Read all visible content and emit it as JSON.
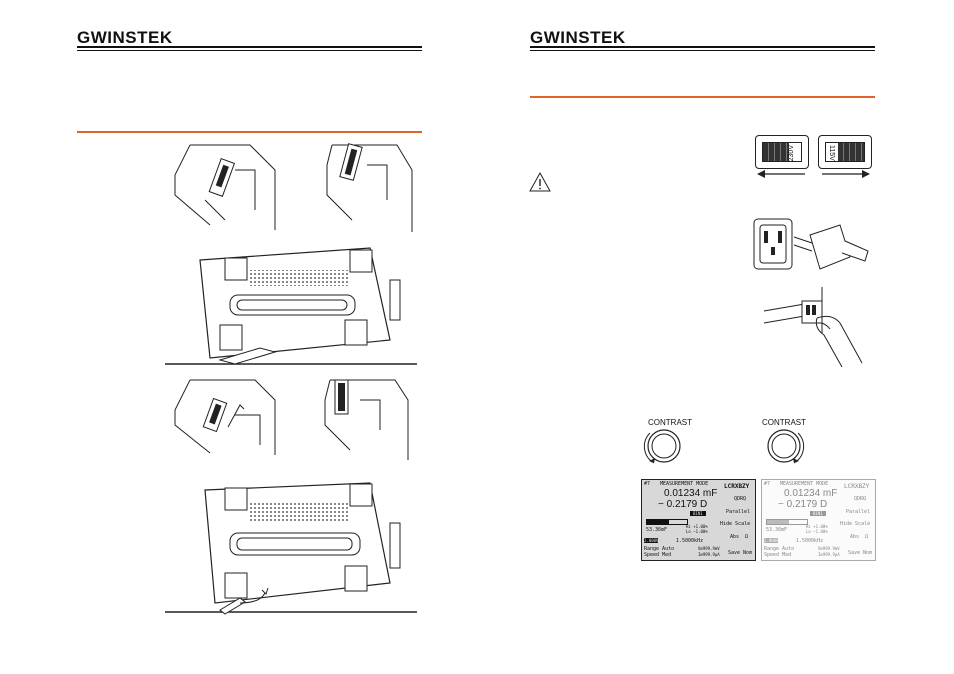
{
  "header": {
    "brand_left": "GWINSTEK",
    "brand_right": "GWINSTEK"
  },
  "voltage_switch": {
    "left_label": "230V",
    "right_label": "115V"
  },
  "knobs": {
    "left_label": "CONTRAST",
    "right_label": "CONTRAST"
  },
  "lcd": {
    "channel": "#7",
    "mode": "MEASUREMENT MODE",
    "params": "LCRXBZY",
    "primary": "0.01234 mF",
    "secondary": "−  0.2179   D",
    "bin_tag": "BIN1",
    "qdrq": "QDRQ",
    "parallel": "Parallel",
    "hide_scale": "Hide Scale",
    "nominal": "53.36mF",
    "hi_limit": "Hi +1.00%",
    "lo_limit": "Lo −1.00%",
    "abs": "Abs",
    "abs_unit": "Ω",
    "bias": "2.000V",
    "frequency": "1.5000kHz",
    "range": "Range Auto",
    "speed": "Speed Med",
    "voltage_reading": "Vm999.9mV",
    "current_reading": "Im999.9μA",
    "save": "Save Nom"
  }
}
